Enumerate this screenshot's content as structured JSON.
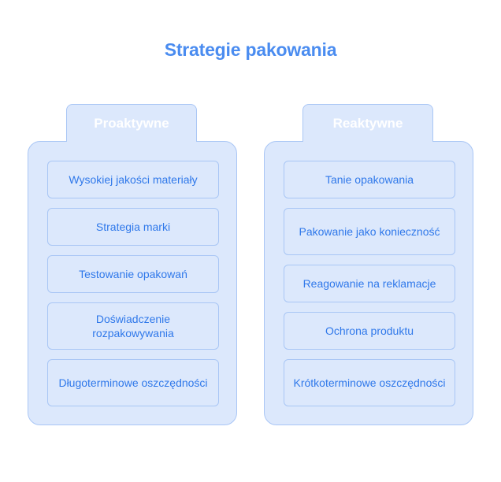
{
  "title": "Strategie pakowania",
  "columns": [
    {
      "header": "Proaktywne",
      "items": [
        "Wysokiej jakości materiały",
        "Strategia marki",
        "Testowanie opakowań",
        "Doświadczenie rozpakowywania",
        "Długoterminowe oszczędności"
      ]
    },
    {
      "header": "Reaktywne",
      "items": [
        "Tanie opakowania",
        "Pakowanie jako konieczność",
        "Reagowanie na reklamacje",
        "Ochrona produktu",
        "Krótkoterminowe oszczędności"
      ]
    }
  ],
  "colors": {
    "accent": "#4a8cf0",
    "fill": "#dce8fc",
    "border": "#a9c6f5",
    "text": "#2f78ea"
  }
}
